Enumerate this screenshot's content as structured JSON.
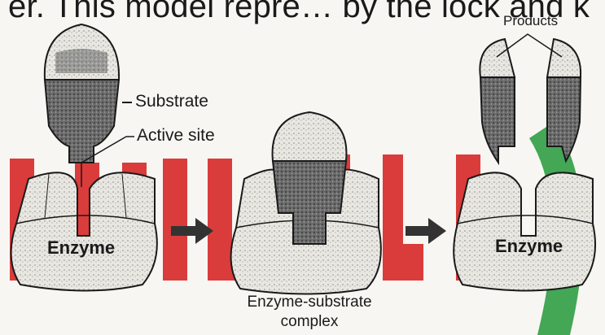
{
  "header_text": "er. This model repre… by the lock and k",
  "labels": {
    "substrate": "Substrate",
    "active_site": "Active site",
    "products": "Products",
    "enzyme_left": "Enzyme",
    "enzyme_right": "Enzyme",
    "complex_line1": "Enzyme-substrate",
    "complex_line2": "complex"
  },
  "colors": {
    "watermark_red": "#d62828",
    "watermark_green": "#2f9e44",
    "shading": "#555555"
  },
  "icons": [
    "arrow-right-icon",
    "arrow-right-icon"
  ]
}
